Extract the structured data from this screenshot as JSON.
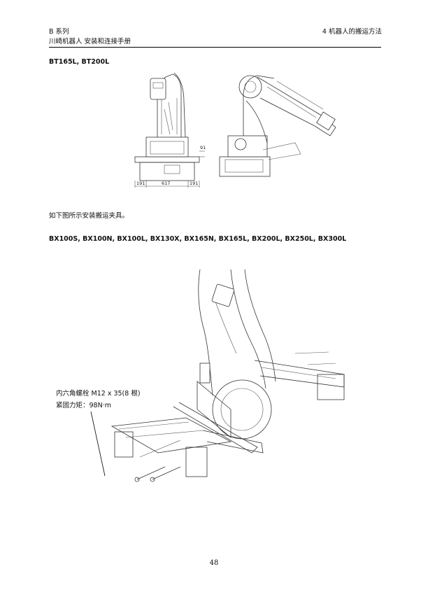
{
  "header": {
    "series": "B 系列",
    "manual_title": "川崎机器人  安装和连接手册",
    "chapter": "4    机器人的搬运方法"
  },
  "section1": {
    "model_label": "BT165L, BT200L",
    "dimensions": {
      "d_left": "191",
      "d_center": "617",
      "d_right": "191",
      "d_height": "91"
    }
  },
  "instruction": "如下图所示安装搬运夹具。",
  "section2": {
    "model_label": "BX100S, BX100N, BX100L, BX130X, BX165N, BX165L, BX200L, BX250L, BX300L",
    "callout": {
      "line1": "内六角螺栓 M12 x 35(8 根)",
      "line2": "紧固力矩：98N·m"
    }
  },
  "page_number": "48"
}
